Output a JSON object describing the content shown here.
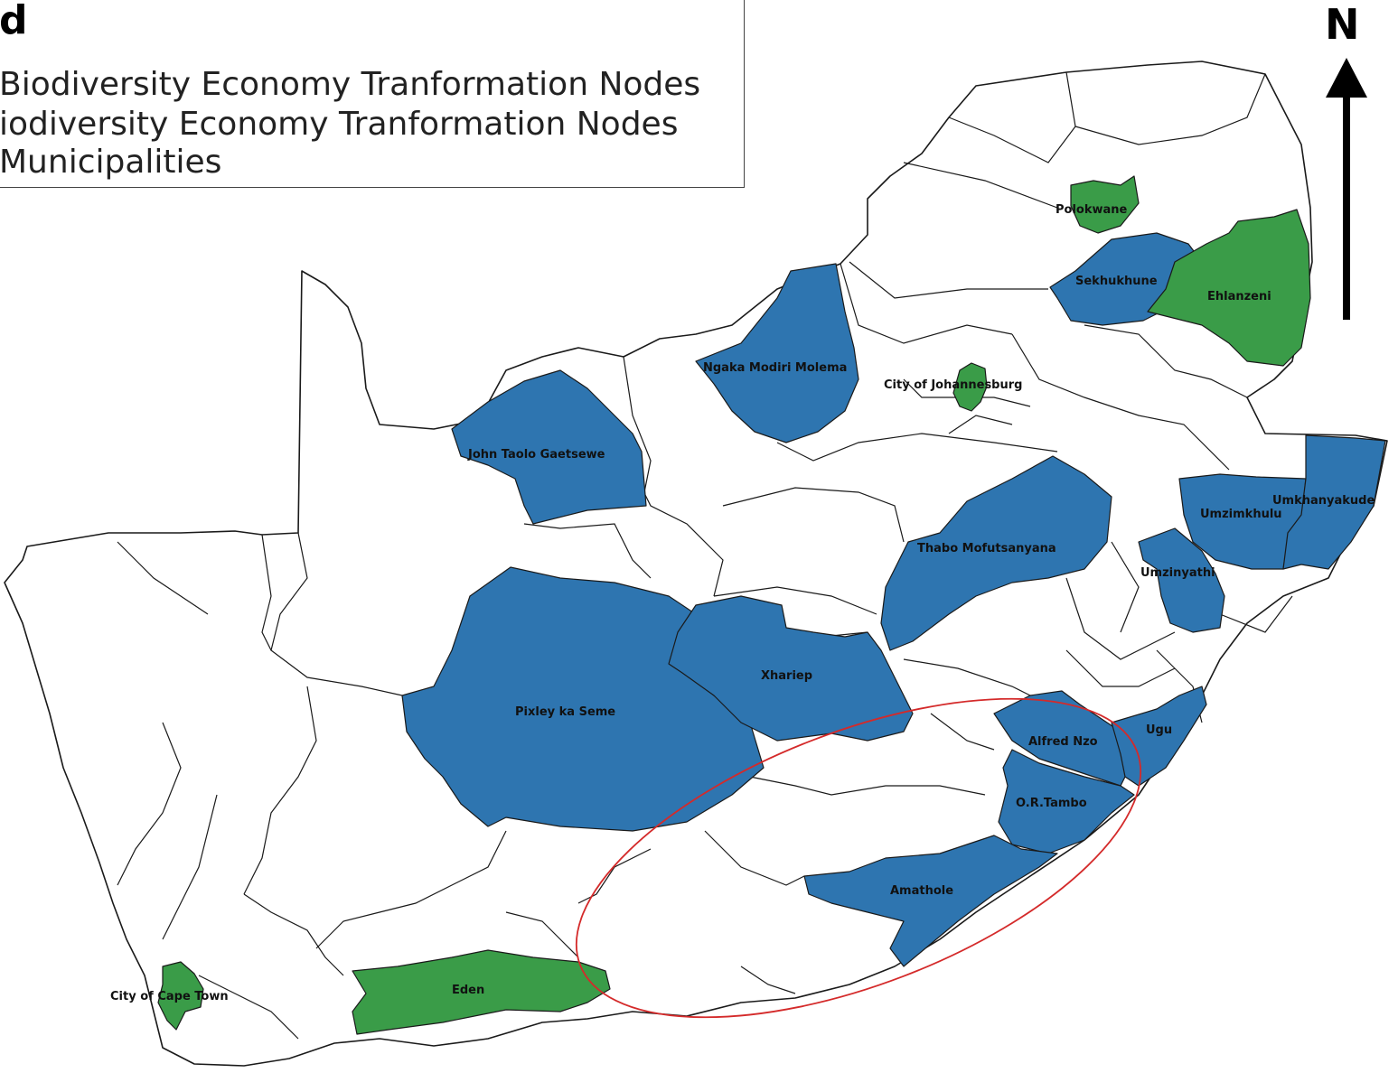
{
  "legend": {
    "title": "d",
    "items": [
      "Biodiversity Economy Tranformation Nodes",
      "iodiversity Economy Tranformation Nodes",
      " Municipalities"
    ]
  },
  "north": "N",
  "colors": {
    "blue": "#2e75b0",
    "green": "#3a9c48",
    "outline": "#1a1a1a",
    "highlight": "#d42a2a"
  },
  "labels": {
    "polokwane": "Polokwane",
    "sekhukhune": "Sekhukhune",
    "ehlanzeni": "Ehlanzeni",
    "ngaka": "Ngaka Modiri Molema",
    "johannesburg": "City of Johannesburg",
    "john_taolo": "John Taolo Gaetsewe",
    "umkhanyakude": "Umkhanyakude",
    "umzimkhulu": "Umzimkhulu",
    "thabo": "Thabo Mofutsanyana",
    "umzinyathi": "Umzinyathi",
    "xhariep": "Xhariep",
    "pixley": "Pixley ka Seme",
    "ugu": "Ugu",
    "alfred": "Alfred Nzo",
    "or_tambo": "O.R.Tambo",
    "amathole": "Amathole",
    "eden": "Eden",
    "cape_town": "City of Cape Town"
  }
}
